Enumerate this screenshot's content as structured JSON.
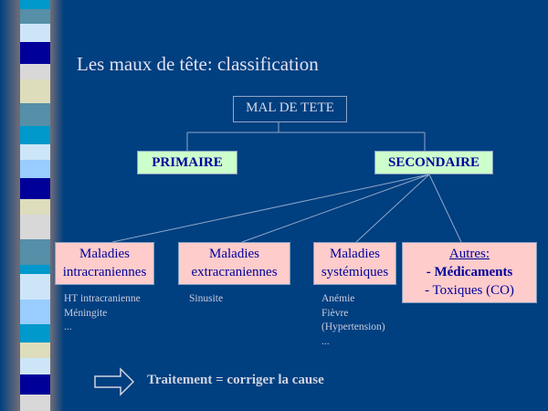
{
  "title": "Les maux de tête: classification",
  "root": "MAL DE TETE",
  "primary": "PRIMAIRE",
  "secondary": "SECONDAIRE",
  "categories": [
    {
      "line1": "Maladies",
      "line2": "intracraniennes",
      "items": [
        "HT intracranienne",
        "Méningite",
        "..."
      ]
    },
    {
      "line1": "Maladies",
      "line2": "extracraniennes",
      "items": [
        "Sinusite"
      ]
    },
    {
      "line1": "Maladies",
      "line2": "systémiques",
      "items": [
        "Anémie",
        "Fièvre",
        "(Hypertension)",
        "..."
      ]
    }
  ],
  "others": {
    "heading": "Autres:",
    "item1": "- Médicaments",
    "item2": "- Toxiques (CO)"
  },
  "treatment": "Traitement = corriger la cause",
  "colors": {
    "background": "#003F80",
    "box_pink": "#FFCCCC",
    "box_green": "#CCFFCC",
    "text_navy": "#000099"
  }
}
